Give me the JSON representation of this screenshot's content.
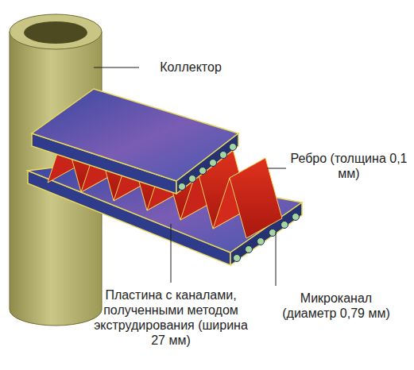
{
  "diagram": {
    "labels": [
      "Коллектор",
      "Ребро (толщина 0,1 мм)",
      "Пластина с каналами, полученными методом экструдирования (ширина 27 мм)",
      "Микроканал (диаметр 0,79 мм)"
    ]
  }
}
